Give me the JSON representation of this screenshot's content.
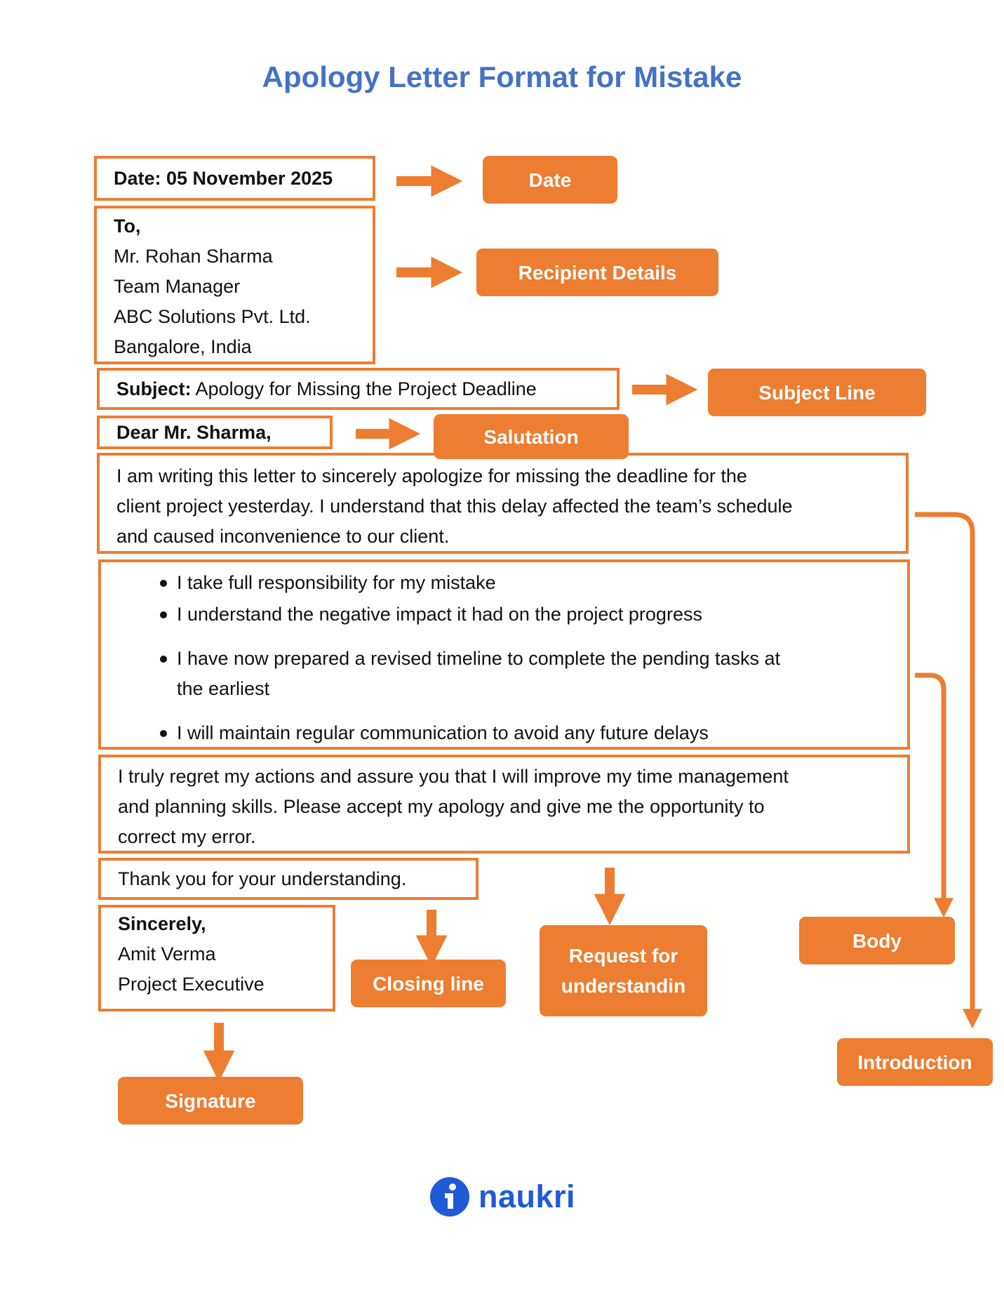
{
  "title": "Apology Letter Format for Mistake",
  "letter": {
    "date": "Date: 05 November 2025",
    "recipient": {
      "to": "To,",
      "name": "Mr. Rohan Sharma",
      "designation": "Team Manager",
      "company": "ABC Solutions Pvt. Ltd.",
      "location": "Bangalore, India"
    },
    "subject": {
      "label": "Subject:",
      "text": " Apology for Missing the Project Deadline"
    },
    "salutation": "Dear Mr. Sharma,",
    "introduction": [
      "I am writing this letter to sincerely apologize for missing the deadline for the",
      "client project yesterday. I understand that this delay affected the team’s schedule",
      "and caused inconvenience to our client."
    ],
    "body_points": [
      "I take full responsibility for my mistake",
      "I understand the negative impact it had on the project progress",
      "I have now prepared a revised timeline to complete the pending tasks at",
      "the earliest",
      "I will maintain regular communication to avoid any future delays"
    ],
    "request": [
      "I truly regret my actions and assure you that I will improve my time management",
      "and planning skills. Please accept my apology and give me the opportunity to",
      "correct my error."
    ],
    "closing": "Thank you for your understanding.",
    "signature": {
      "signoff": "Sincerely,",
      "name": "Amit Verma",
      "title": "Project Executive"
    }
  },
  "labels": {
    "date": "Date",
    "recipient": "Recipient Details",
    "subject": "Subject Line",
    "salutation": "Salutation",
    "body": "Body",
    "introduction": "Introduction",
    "request": [
      "Request for",
      "understandin"
    ],
    "closing": "Closing line",
    "signature": "Signature"
  },
  "brand": {
    "name": "naukri",
    "icon": "naukri-logo-icon"
  },
  "colors": {
    "accent": "#ed7d31",
    "title": "#4472c4",
    "brand": "#1f5bd6",
    "text": "#111111"
  }
}
